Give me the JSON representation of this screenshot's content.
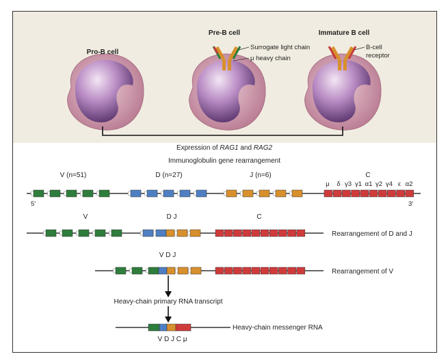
{
  "cells": {
    "pro_b": "Pro-B cell",
    "pre_b": "Pre-B cell",
    "immature_b": "Immature B cell",
    "surrogate_light_chain": "Surrogate light chain",
    "mu_heavy_chain": "μ heavy chain",
    "bcell_receptor_line1": "B-cell",
    "bcell_receptor_line2": "receptor"
  },
  "expression": {
    "prefix": "Expression of ",
    "rag1": "RAG1",
    "and": " and ",
    "rag2": "RAG2"
  },
  "rearrangement_title": "Immunoglobulin gene rearrangement",
  "germline": {
    "v_label": "V (n=51)",
    "d_label": "D (n=27)",
    "j_label": "J (n=6)",
    "c_label": "C",
    "five_prime": "5′",
    "three_prime": "3′",
    "constant_genes": [
      "μ",
      "δ",
      "γ3",
      "γ1",
      "α1",
      "γ2",
      "γ4",
      "ϵ",
      "α2"
    ]
  },
  "step_dj": {
    "v": "V",
    "dj": "D J",
    "c": "C",
    "caption": "Rearrangement of D and J"
  },
  "step_v": {
    "vdj": "V D J",
    "caption": "Rearrangement of V"
  },
  "transcript": "Heavy-chain primary RNA transcript",
  "mrna": {
    "caption": "Heavy-chain messenger RNA",
    "label": "V D J C μ"
  },
  "colors": {
    "v": "#2e7d3c",
    "d": "#4f7fc2",
    "j": "#d8902c",
    "c": "#cf3b3b",
    "background": "#f1ece1"
  }
}
